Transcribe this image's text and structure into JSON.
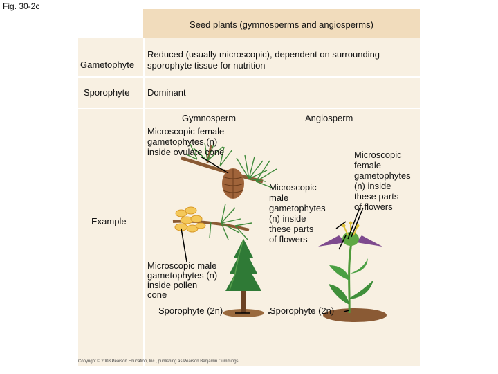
{
  "figure_label": "Fig. 30-2c",
  "header": "Seed plants (gymnosperms and angiosperms)",
  "gametophyte": {
    "label": "Gametophyte",
    "desc_line1": "Reduced (usually microscopic), dependent on surrounding",
    "desc_line2": "sporophyte tissue for nutrition"
  },
  "sporophyte": {
    "label": "Sporophyte",
    "desc": "Dominant"
  },
  "example_label": "Example",
  "gymnosperm": {
    "title": "Gymnosperm",
    "female_line1": "Microscopic female",
    "female_line2": "gametophytes (n)",
    "female_line3": "inside ovulate cone",
    "male_line1": "Microscopic male",
    "male_line2": "gametophytes (n)",
    "male_line3": "inside pollen",
    "male_line4": "cone",
    "sporophyte": "Sporophyte (2n)"
  },
  "angiosperm": {
    "title": "Angiosperm",
    "male_line1": "Microscopic",
    "male_line2": "male",
    "male_line3": "gametophytes",
    "male_line4": "(n) inside",
    "male_line5": "these parts",
    "male_line6": "of flowers",
    "female_line1": "Microscopic",
    "female_line2": "female",
    "female_line3": "gametophytes",
    "female_line4": "(n) inside",
    "female_line5": "these parts",
    "female_line6": "of flowers",
    "sporophyte": "Sporophyte (2n)"
  },
  "copyright": "Copyright © 2008 Pearson Education, Inc., publishing as Pearson Benjamin Cummings"
}
